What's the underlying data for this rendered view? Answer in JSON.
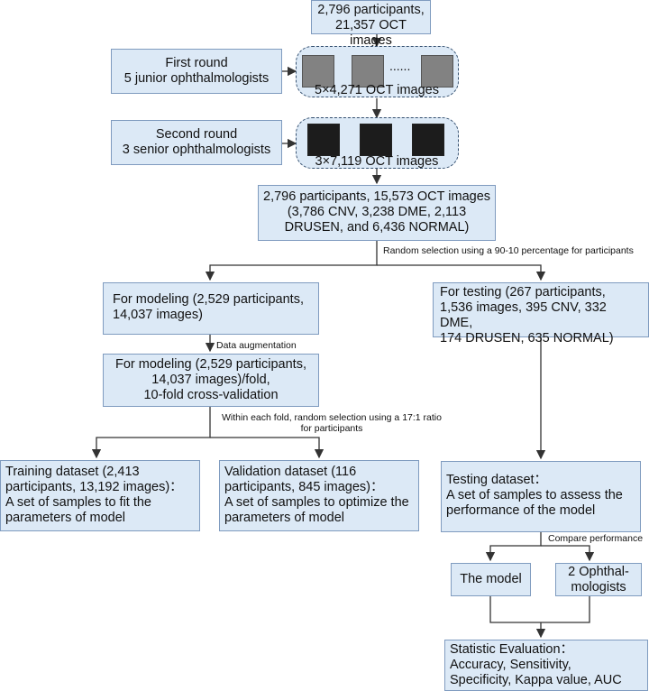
{
  "nodes": {
    "top": "2,796 participants,\n21,357 OCT images",
    "first_round": "First round\n5 junior ophthalmologists",
    "first_caption": "5×4,271 OCT images",
    "first_dots": "......",
    "second_round": "Second round\n3 senior ophthalmologists",
    "second_caption": "3×7,119 OCT images",
    "combined": "2,796 participants, 15,573 OCT images\n(3,786 CNV, 3,238 DME, 2,113\nDRUSEN, and 6,436 NORMAL)",
    "modeling": "For modeling (2,529 participants,\n14,037 images)",
    "modeling_fold": "For modeling (2,529 participants,\n14,037 images)/fold,\n10-fold cross-validation",
    "testing": "For testing (267 participants,\n1,536 images, 395 CNV, 332 DME,\n174 DRUSEN, 635 NORMAL)",
    "training": "Training dataset (2,413\nparticipants, 13,192 images)：\nA set of samples to fit the\nparameters of model",
    "validation": "Validation dataset (116\nparticipants, 845 images)：\nA set of samples to optimize the\nparameters of model",
    "testing_dataset": "Testing dataset：\nA set of samples to assess the\nperformance of the model",
    "the_model": "The model",
    "ophthalmologists": "2 Ophthal-\nmologists",
    "statistic": "Statistic Evaluation：\nAccuracy, Sensitivity,\nSpecificity, Kappa value, AUC"
  },
  "edge_labels": {
    "random_selection": "Random selection using a 90-10 percentage for participants",
    "augmentation": "Data augmentation",
    "within_fold": "Within each fold, random selection using a 17:1 ratio\nfor participants",
    "compare": "Compare performance"
  }
}
